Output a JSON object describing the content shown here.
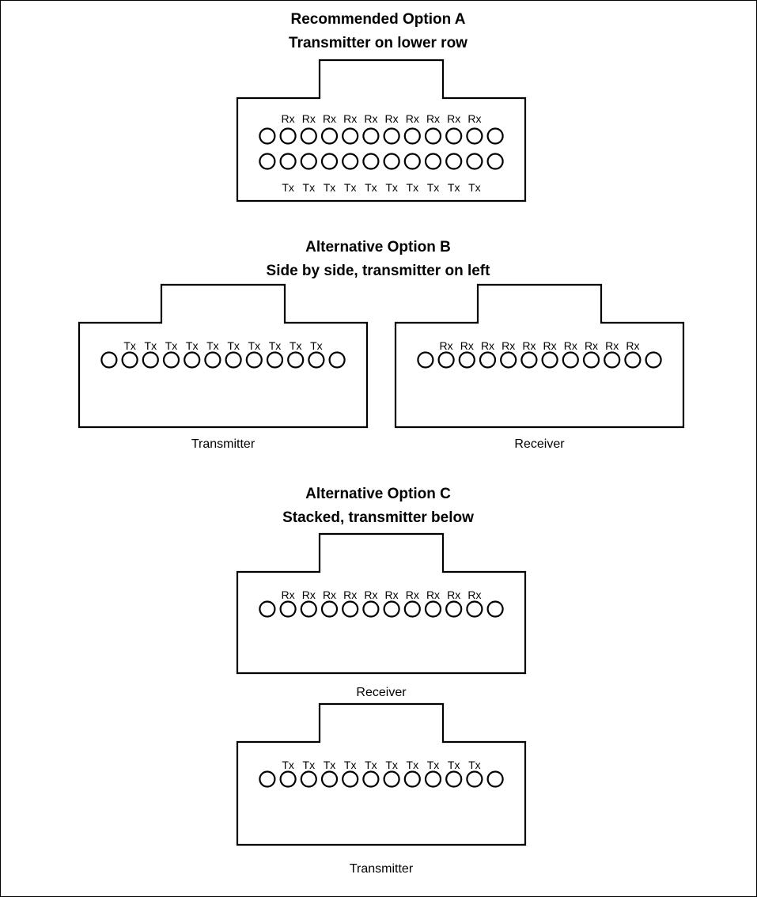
{
  "options": [
    {
      "title_line1": "Recommended Option A",
      "title_line2": "Transmitter on lower row",
      "connectors": [
        {
          "caption": "",
          "rows": [
            {
              "labels": [
                "Rx",
                "Rx",
                "Rx",
                "Rx",
                "Rx",
                "Rx",
                "Rx",
                "Rx",
                "Rx",
                "Rx"
              ],
              "label_side": "above",
              "pin_count": 12
            },
            {
              "labels": [
                "Tx",
                "Tx",
                "Tx",
                "Tx",
                "Tx",
                "Tx",
                "Tx",
                "Tx",
                "Tx",
                "Tx"
              ],
              "label_side": "below",
              "pin_count": 12
            }
          ]
        }
      ]
    },
    {
      "title_line1": "Alternative Option B",
      "title_line2": "Side by side, transmitter on left",
      "connectors": [
        {
          "caption": "Transmitter",
          "rows": [
            {
              "labels": [
                "Tx",
                "Tx",
                "Tx",
                "Tx",
                "Tx",
                "Tx",
                "Tx",
                "Tx",
                "Tx",
                "Tx"
              ],
              "label_side": "above",
              "pin_count": 12
            }
          ]
        },
        {
          "caption": "Receiver",
          "rows": [
            {
              "labels": [
                "Rx",
                "Rx",
                "Rx",
                "Rx",
                "Rx",
                "Rx",
                "Rx",
                "Rx",
                "Rx",
                "Rx"
              ],
              "label_side": "above",
              "pin_count": 12
            }
          ]
        }
      ]
    },
    {
      "title_line1": "Alternative Option C",
      "title_line2": "Stacked, transmitter below",
      "connectors": [
        {
          "caption": "Receiver",
          "rows": [
            {
              "labels": [
                "Rx",
                "Rx",
                "Rx",
                "Rx",
                "Rx",
                "Rx",
                "Rx",
                "Rx",
                "Rx",
                "Rx"
              ],
              "label_side": "above",
              "pin_count": 12
            }
          ]
        },
        {
          "caption": "Transmitter",
          "rows": [
            {
              "labels": [
                "Tx",
                "Tx",
                "Tx",
                "Tx",
                "Tx",
                "Tx",
                "Tx",
                "Tx",
                "Tx",
                "Tx"
              ],
              "label_side": "above",
              "pin_count": 12
            }
          ]
        }
      ]
    }
  ]
}
